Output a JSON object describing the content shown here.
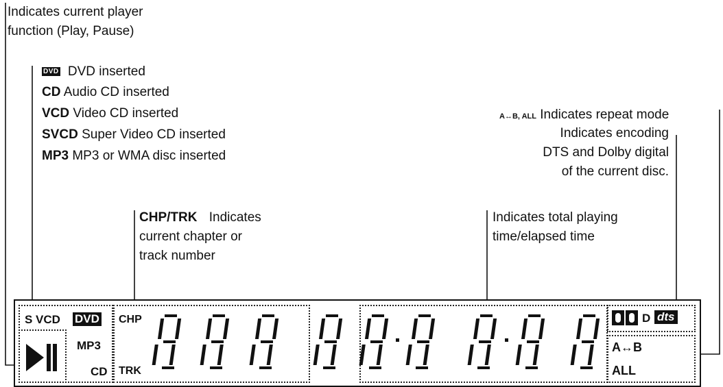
{
  "annotations": {
    "player_function": [
      "Indicates current player",
      "function (Play, Pause)"
    ],
    "discs": [
      {
        "badge": "DVD",
        "text": "DVD inserted"
      },
      {
        "code": "CD",
        "text": "Audio CD inserted"
      },
      {
        "code": "VCD",
        "text": "Video CD inserted"
      },
      {
        "code": "SVCD",
        "text": "Super Video CD inserted"
      },
      {
        "code": "MP3",
        "text": "MP3 or WMA disc inserted"
      }
    ],
    "repeat": {
      "code": "A↔B, ALL",
      "text": "Indicates repeat mode"
    },
    "encoding": [
      "Indicates encoding",
      "DTS and Dolby digital",
      "of the current disc."
    ],
    "chapter": {
      "code": "CHP/TRK",
      "text": "Indicates",
      "lines": [
        "current chapter or",
        "track number"
      ]
    },
    "time": [
      "Indicates total playing",
      "time/elapsed time"
    ]
  },
  "display": {
    "svcd": "S VCD",
    "dvd": "DVD",
    "mp3": "MP3",
    "cd": "CD",
    "chp": "CHP",
    "trk": "TRK",
    "play_pause": "▶❙",
    "dolby": "DD",
    "dolby_d": "D",
    "dts": "dts",
    "ab": "A↔B",
    "all": "ALL",
    "digits": "8888",
    "time_digits": "88:88:88"
  }
}
